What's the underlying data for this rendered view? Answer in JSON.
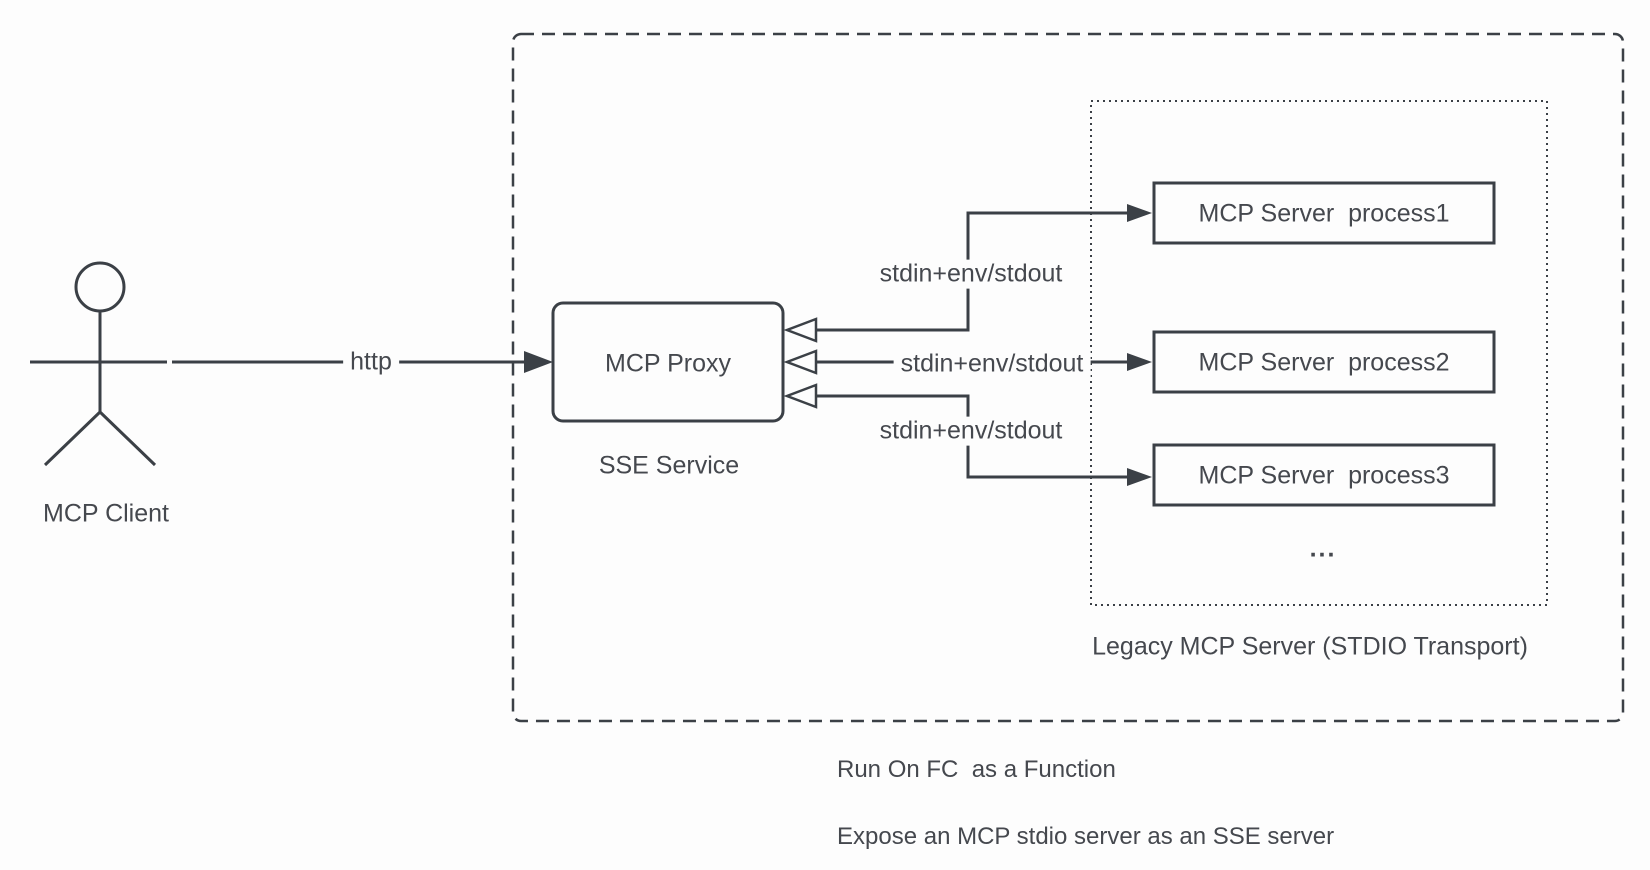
{
  "colors": {
    "background": "#fdfdfd",
    "stroke": "#3b4046",
    "text": "#45484e"
  },
  "actor": {
    "label": "MCP Client"
  },
  "http_link": {
    "label": "http"
  },
  "proxy": {
    "title": "MCP Proxy",
    "subtitle": "SSE Service"
  },
  "stdio_links": [
    {
      "label": "stdin+env/stdout"
    },
    {
      "label": "stdin+env/stdout"
    },
    {
      "label": "stdin+env/stdout"
    }
  ],
  "servers": [
    {
      "label": "MCP Server  process1"
    },
    {
      "label": "MCP Server  process2"
    },
    {
      "label": "MCP Server  process3"
    }
  ],
  "ellipsis": "...",
  "legacy_group": {
    "label": "Legacy MCP Server (STDIO Transport)"
  },
  "captions": [
    {
      "text": "Run On FC  as a Function"
    },
    {
      "text": "Expose an MCP stdio server as an SSE server"
    }
  ]
}
